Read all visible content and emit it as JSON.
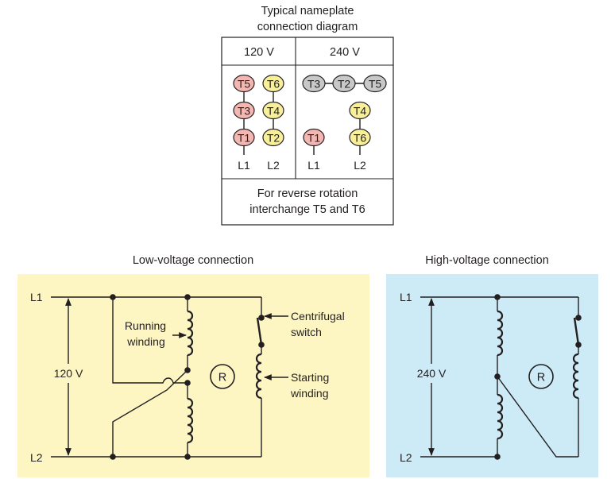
{
  "nameplate": {
    "title_line1": "Typical nameplate",
    "title_line2": "connection diagram",
    "columns": [
      {
        "voltage": "120 V",
        "groups": [
          {
            "color": "#f4b6b0",
            "terminals": [
              "T5",
              "T3",
              "T1"
            ],
            "line": "L1"
          },
          {
            "color": "#f7ef9a",
            "terminals": [
              "T6",
              "T4",
              "T2"
            ],
            "line": "L2"
          }
        ]
      },
      {
        "voltage": "240 V",
        "tied": {
          "color": "#c8c8c8",
          "terminals": [
            "T3",
            "T2",
            "T5"
          ]
        },
        "groups": [
          {
            "color": "#f4b6b0",
            "terminals": [
              "T1"
            ],
            "line": "L1"
          },
          {
            "color": "#f7ef9a",
            "terminals": [
              "T4",
              "T6"
            ],
            "line": "L2"
          }
        ]
      }
    ],
    "note_line1": "For reverse rotation",
    "note_line2": "interchange T5 and T6"
  },
  "low_voltage": {
    "title": "Low-voltage connection",
    "background": "#fdf6c3",
    "line1": "L1",
    "line2": "L2",
    "voltage": "120 V",
    "running_label_1": "Running",
    "running_label_2": "winding",
    "rotor": "R",
    "switch_label_1": "Centrifugal",
    "switch_label_2": "switch",
    "starting_label_1": "Starting",
    "starting_label_2": "winding"
  },
  "high_voltage": {
    "title": "High-voltage connection",
    "background": "#cdeaf7",
    "line1": "L1",
    "line2": "L2",
    "voltage": "240 V",
    "rotor": "R"
  }
}
